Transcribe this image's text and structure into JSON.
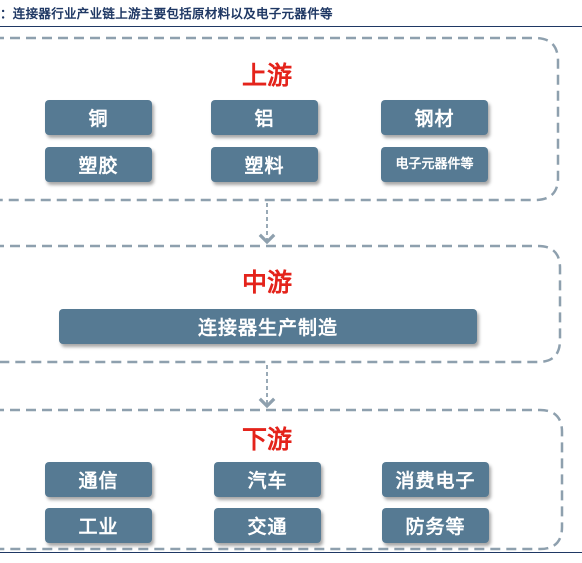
{
  "caption": "：连接器行业产业链上游主要包括原材料以及电子元器件等",
  "upstream": {
    "title": "上游",
    "items": [
      "铜",
      "铝",
      "钢材",
      "塑胶",
      "塑料",
      "电子元器件等"
    ]
  },
  "midstream": {
    "title": "中游",
    "item": "连接器生产制造"
  },
  "downstream": {
    "title": "下游",
    "items": [
      "通信",
      "汽车",
      "消费电子",
      "工业",
      "交通",
      "防务等"
    ]
  },
  "colors": {
    "title_red": "#e4231b",
    "pill_fill": "#567a93",
    "dash_border": "#8ea0ae",
    "caption_navy": "#1f3864"
  }
}
